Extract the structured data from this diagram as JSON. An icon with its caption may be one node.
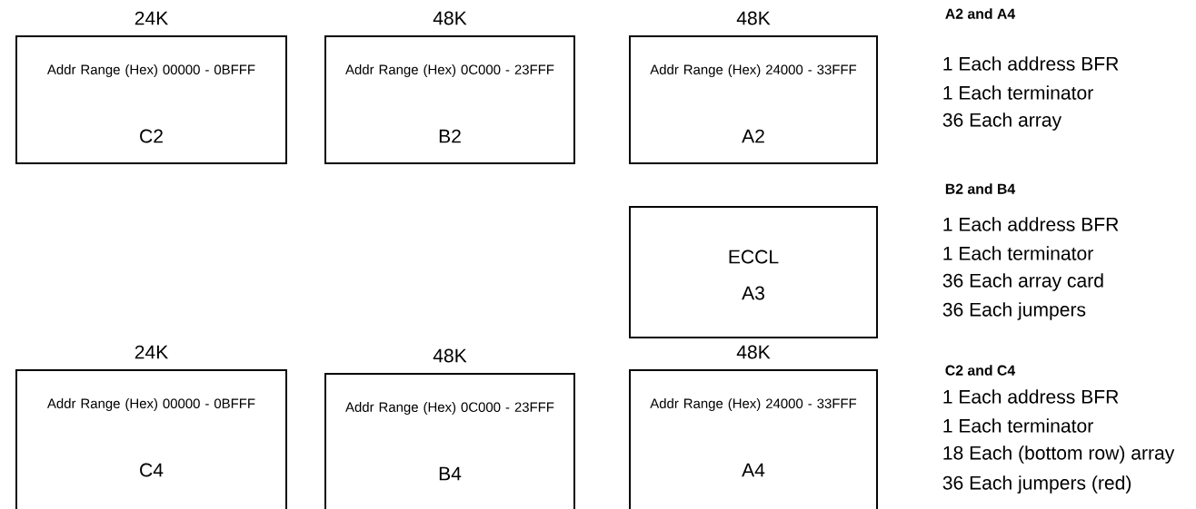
{
  "diagram": {
    "nodes": [
      {
        "text": [
          "24K",
          "Addr Range (Hex) 00000 - 0BFFF",
          "C2"
        ]
      },
      {
        "text": [
          "48K",
          "Addr Range (Hex) 0C000 - 23FFF",
          "B2"
        ]
      },
      {
        "text": [
          "48K",
          "Addr Range (Hex) 24000 - 33FFF",
          "A2"
        ]
      },
      {
        "text": [
          "ECCL",
          "A3"
        ]
      },
      {
        "text": [
          "24K",
          "Addr Range (Hex) 00000 - 0BFFF",
          "C4"
        ]
      },
      {
        "text": [
          "48K",
          "Addr Range (Hex) 0C000 - 23FFF",
          "B4"
        ]
      },
      {
        "text": [
          "48K",
          "Addr Range (Hex) 24000 - 33FFF",
          "A4"
        ]
      }
    ],
    "edges": [],
    "labels": [
      "A2 and A4",
      "1 Each address BFR",
      "1 Each terminator",
      "36 Each array",
      "B2 and B4",
      "1 Each address BFR",
      "1 Each terminator",
      "36 Each array card",
      "36 Each jumpers",
      "C2 and C4",
      "1 Each address BFR",
      "1 Each terminator",
      "18 Each (bottom row) array",
      "36 Each jumpers (red)"
    ]
  }
}
